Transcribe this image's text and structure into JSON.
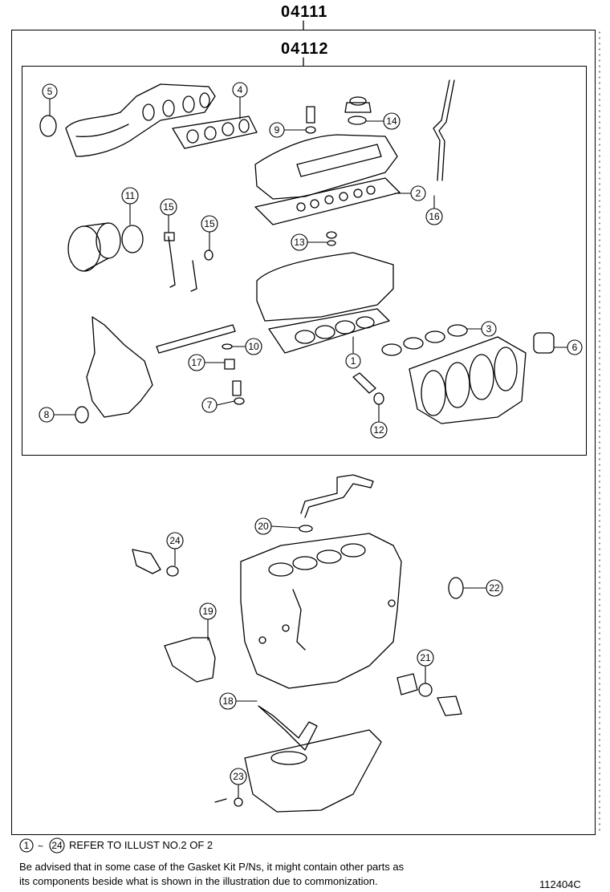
{
  "header": {
    "kit_code": "04111",
    "sub_kit_code": "04112"
  },
  "callouts": [
    {
      "id": "c1",
      "num": "1"
    },
    {
      "id": "c2",
      "num": "2"
    },
    {
      "id": "c3",
      "num": "3"
    },
    {
      "id": "c4",
      "num": "4"
    },
    {
      "id": "c5",
      "num": "5"
    },
    {
      "id": "c6",
      "num": "6"
    },
    {
      "id": "c7",
      "num": "7"
    },
    {
      "id": "c8",
      "num": "8"
    },
    {
      "id": "c9",
      "num": "9"
    },
    {
      "id": "c10",
      "num": "10"
    },
    {
      "id": "c11",
      "num": "11"
    },
    {
      "id": "c12",
      "num": "12"
    },
    {
      "id": "c13",
      "num": "13"
    },
    {
      "id": "c14",
      "num": "14"
    },
    {
      "id": "c15a",
      "num": "15"
    },
    {
      "id": "c15b",
      "num": "15"
    },
    {
      "id": "c16",
      "num": "16"
    },
    {
      "id": "c17",
      "num": "17"
    },
    {
      "id": "c18",
      "num": "18"
    },
    {
      "id": "c19",
      "num": "19"
    },
    {
      "id": "c20",
      "num": "20"
    },
    {
      "id": "c21",
      "num": "21"
    },
    {
      "id": "c22",
      "num": "22"
    },
    {
      "id": "c23",
      "num": "23"
    },
    {
      "id": "c24",
      "num": "24"
    }
  ],
  "footer": {
    "range_start": "1",
    "range_end": "24",
    "range_sep": "~",
    "refer_text": "REFER TO ILLUST NO.2 OF 2",
    "advisory_line1": "Be advised that in some case of the Gasket Kit P/Ns,  it might contain other parts as",
    "advisory_line2": "its components beside what is shown in the illustration due to commonization.",
    "illustration_id": "112404C"
  }
}
